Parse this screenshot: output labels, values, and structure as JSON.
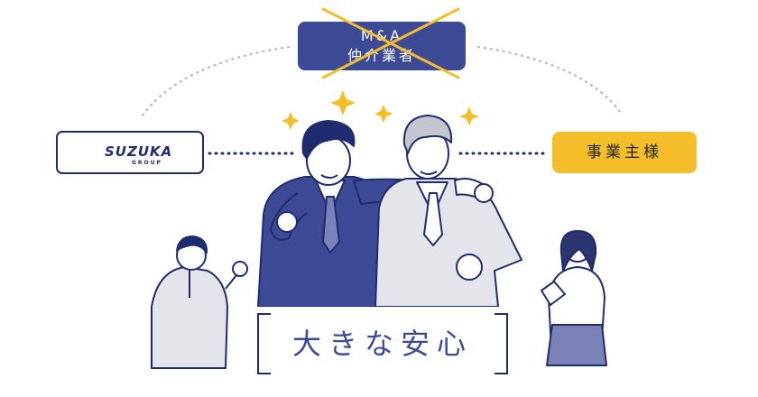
{
  "intermediary": {
    "line1": "M&A",
    "line2": "仲介業者",
    "crossed_out": true
  },
  "company_logo": {
    "name": "SUZUKA",
    "subtitle": "GROUP"
  },
  "owner": {
    "label": "事業主様"
  },
  "caption": {
    "text": "大きな安心"
  },
  "colors": {
    "navy": "#3d4a96",
    "dark_navy": "#1f2c6e",
    "yellow": "#f4bd2a",
    "accent_red": "#d23b3b",
    "gray_suit": "#e3e5ea",
    "dotted_line": "#b9bcc6"
  }
}
